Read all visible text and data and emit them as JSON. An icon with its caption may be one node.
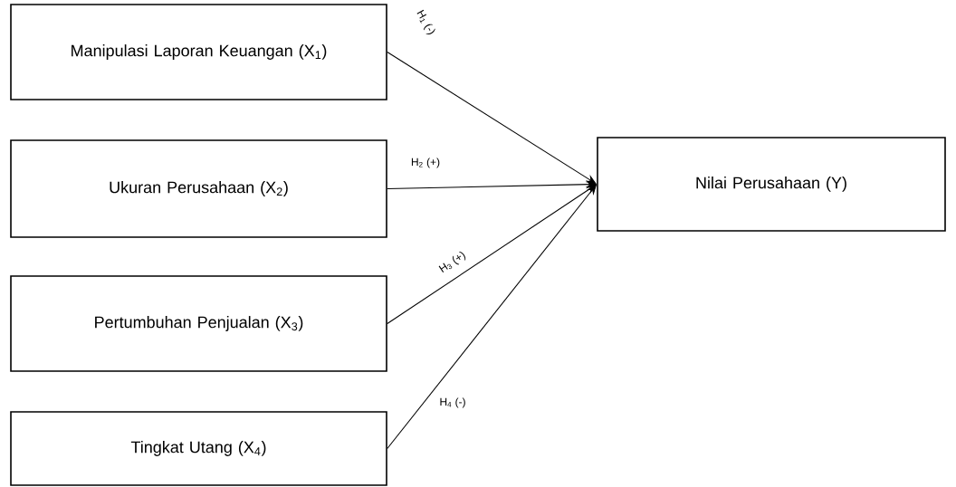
{
  "diagram": {
    "nodes": [
      {
        "text": [
          "Manipulasi Laporan Keuangan (X$_{1}$)"
        ]
      },
      {
        "text": [
          "Ukuran Perusahaan (X$_{2}$)"
        ]
      },
      {
        "text": [
          "Pertumbuhan Penjualan (X$_{3}$)"
        ]
      },
      {
        "text": [
          "Tingkat Utang (X$_{4}$)"
        ]
      },
      {
        "text": [
          "Nilai Perusahaan (Y)"
        ]
      }
    ],
    "edges": [
      {
        "from": 0,
        "to": 4,
        "arrow": "to",
        "label": "H$_{1}$ (-)"
      },
      {
        "from": 1,
        "to": 4,
        "arrow": "to",
        "label": "H$_{2}$ (+)"
      },
      {
        "from": 2,
        "to": 4,
        "arrow": "to",
        "label": "H$_{3}$ (+)"
      },
      {
        "from": 3,
        "to": 4,
        "arrow": "to",
        "label": "H$_{4}$ (-)"
      }
    ]
  }
}
